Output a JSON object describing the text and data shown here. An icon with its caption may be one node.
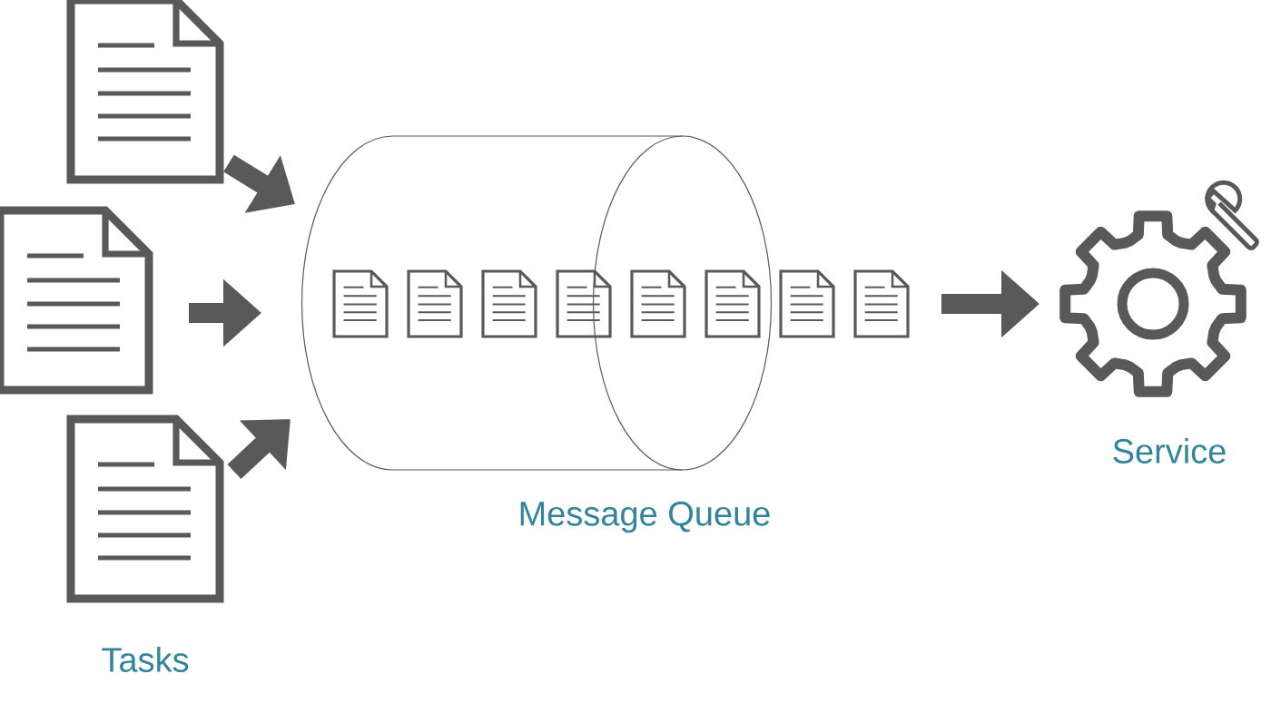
{
  "diagram": {
    "nodes": [
      {
        "text": [],
        "shape": "document"
      },
      {
        "text": [],
        "shape": "document"
      },
      {
        "text": [],
        "shape": "document"
      },
      {
        "text": [],
        "shape": "cylinder",
        "beside": [
          "Message Queue"
        ]
      },
      {
        "text": [],
        "shape": "document",
        "in": 3
      },
      {
        "text": [],
        "shape": "document",
        "in": 3
      },
      {
        "text": [],
        "shape": "document",
        "in": 3
      },
      {
        "text": [],
        "shape": "document",
        "in": 3
      },
      {
        "text": [],
        "shape": "document",
        "in": 3
      },
      {
        "text": [],
        "shape": "document",
        "in": 3
      },
      {
        "text": [],
        "shape": "document"
      },
      {
        "text": [],
        "shape": "document"
      },
      {
        "text": [],
        "shape": "gear",
        "beside": [
          "Service"
        ]
      }
    ],
    "edges": [
      {
        "from": 0,
        "to": 3,
        "arrow": "to"
      },
      {
        "from": 1,
        "to": 3,
        "arrow": "to"
      },
      {
        "from": 2,
        "to": 3,
        "arrow": "to"
      },
      {
        "from": 11,
        "to": 12,
        "arrow": "to"
      }
    ],
    "labels": [
      "Tasks"
    ]
  }
}
